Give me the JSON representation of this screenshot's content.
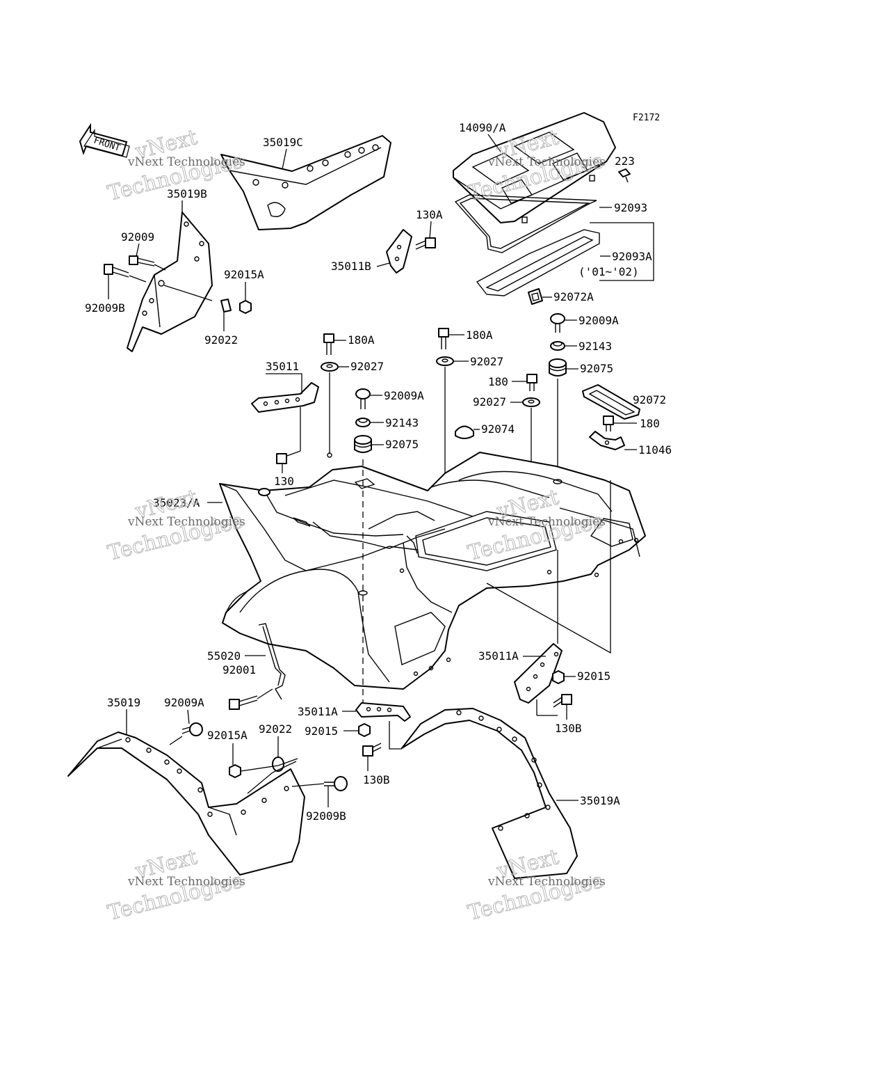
{
  "figure_code": "F2172",
  "front_marker": "FRONT",
  "watermark": {
    "line1": "vNext Technologies",
    "line2": "Technologies",
    "line3": "vNext"
  },
  "labels": {
    "p35019C": "35019C",
    "p35019B": "35019B",
    "p92009": "92009",
    "p92009B_top": "92009B",
    "p92015A_top": "92015A",
    "p92022_top": "92022",
    "p14090A": "14090/A",
    "p223": "223",
    "p92093": "92093",
    "p92093A": "92093A",
    "p92093A_note": "('01~'02)",
    "p92072A": "92072A",
    "p130A": "130A",
    "p35011B": "35011B",
    "p180A_left": "180A",
    "p180A_mid": "180A",
    "p92009A_right": "92009A",
    "p92143_right": "92143",
    "p92075_right": "92075",
    "p92027_left": "92027",
    "p92027_mid": "92027",
    "p35011": "35011",
    "p92009A_mid": "92009A",
    "p92143_mid": "92143",
    "p92075_mid": "92075",
    "p180": "180",
    "p92027_low": "92027",
    "p92072": "92072",
    "p92074": "92074",
    "p180_right": "180",
    "p11046": "11046",
    "p130": "130",
    "p35023A": "35023/A",
    "p55020": "55020",
    "p92001": "92001",
    "p35011A_right": "35011A",
    "p92015_right": "92015",
    "p130B_right": "130B",
    "p35019": "35019",
    "p92009A_low": "92009A",
    "p92015A_low": "92015A",
    "p92022_low": "92022",
    "p35011A_low": "35011A",
    "p92015_low": "92015",
    "p130B_low": "130B",
    "p92009B_low": "92009B",
    "p35019A": "35019A"
  }
}
